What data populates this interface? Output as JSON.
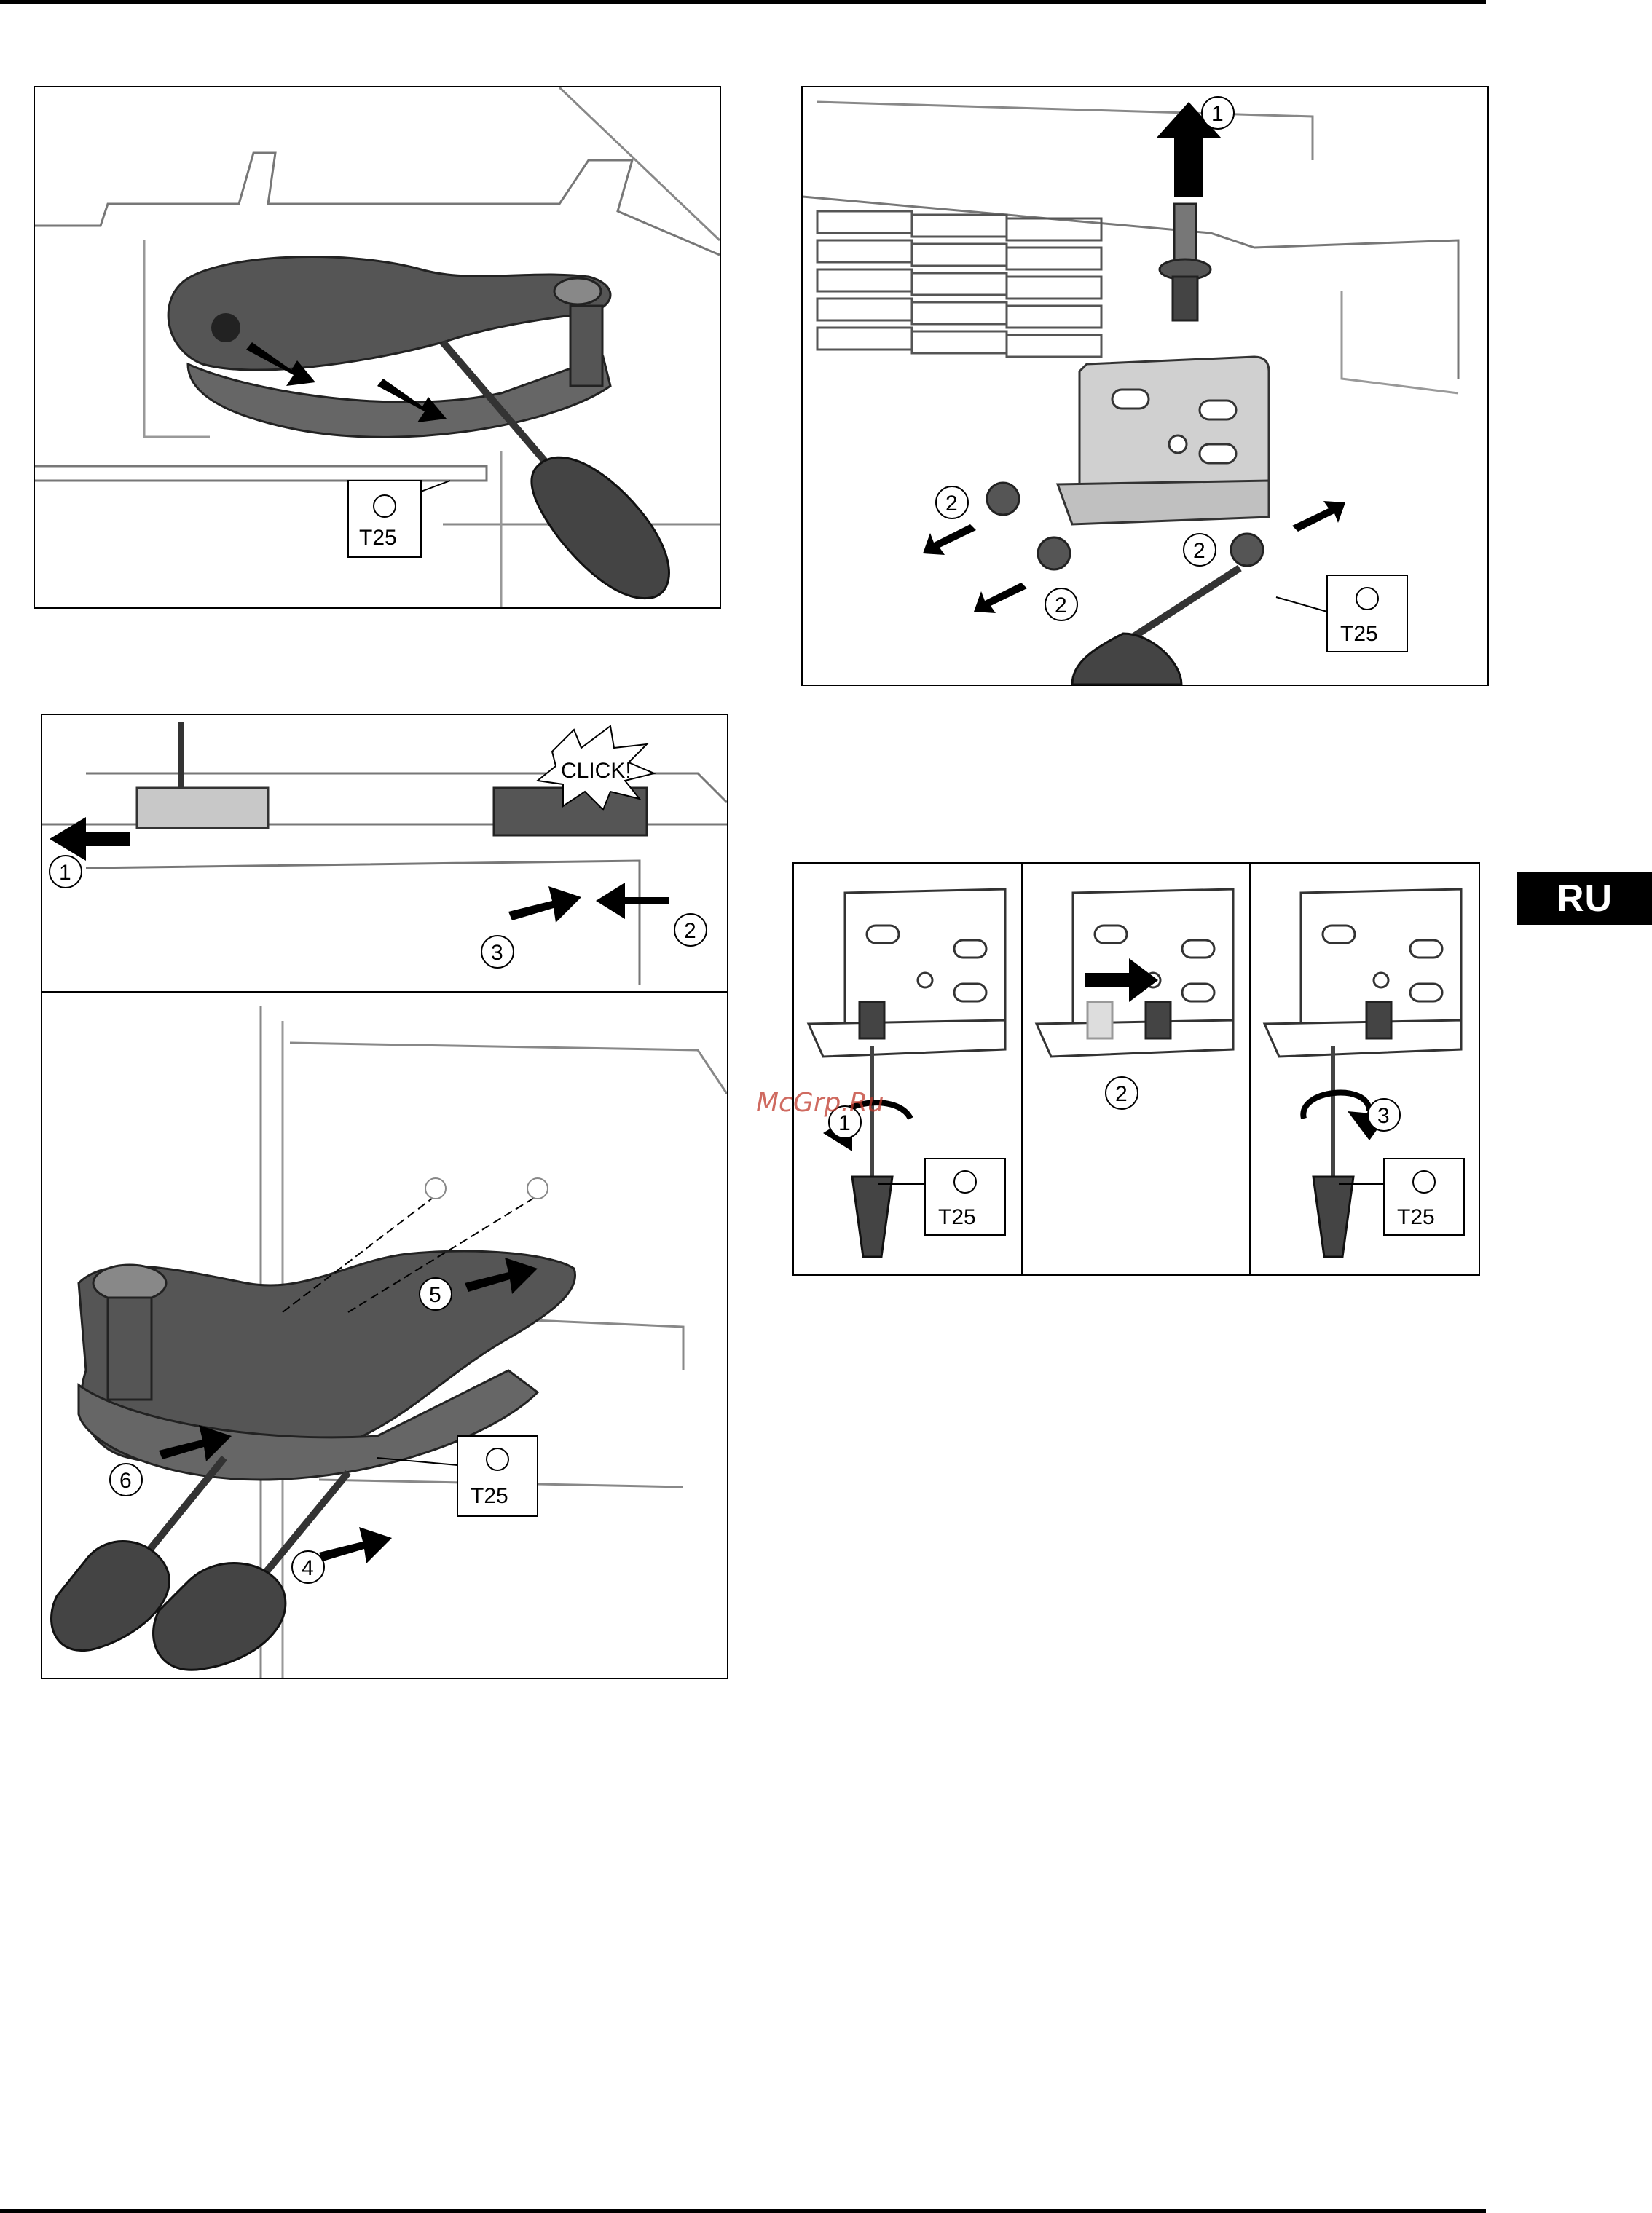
{
  "page": {
    "language_tab": "RU",
    "watermark": "McGrp.Ru"
  },
  "colors": {
    "rule": "#000000",
    "part_dark": "#555555",
    "part_light": "#c8c8c8",
    "tab_bg": "#000000"
  },
  "figures": {
    "fig1": {
      "tool_label": "T25"
    },
    "fig2": {
      "steps": [
        "1",
        "2",
        "2",
        "2"
      ],
      "tool_label": "T25"
    },
    "fig3": {
      "steps": [
        "1",
        "2",
        "3",
        "4",
        "5",
        "6"
      ],
      "click_label": "CLICK!",
      "tool_label": "T25"
    },
    "fig4": {
      "steps": [
        "1",
        "2",
        "3"
      ],
      "tool_labels": [
        "T25",
        "T25"
      ]
    }
  },
  "icons": [
    "torx-icon",
    "arrow-icon",
    "screwdriver-icon",
    "hinge-icon",
    "rotation-arrow-icon"
  ]
}
